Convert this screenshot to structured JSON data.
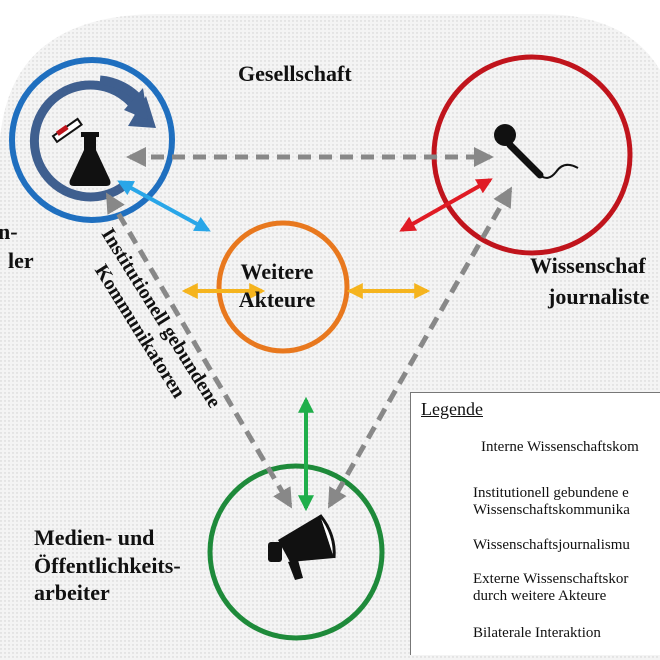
{
  "society_label": "Gesellschaft",
  "scientists_label_line1": "n-",
  "scientists_label_line2": "ler",
  "journalists_label_line1": "Wissenschaf",
  "journalists_label_line2": "journaliste",
  "media_label": [
    "Medien- und",
    "Öffentlichkeits-",
    "arbeiter"
  ],
  "actors_label": [
    "Weitere",
    "Akteure"
  ],
  "institutional_label": [
    "Institutionell gebundene",
    "Kommunikatoren"
  ],
  "legend": {
    "title": "Legende",
    "internal": "Interne Wissenschaftskom",
    "institutional_line1": "Institutionell gebundene e",
    "institutional_line2": "Wissenschaftskommunika",
    "journalism": "Wissenschaftsjournalismu",
    "external_line1": "Externe Wissenschaftskor",
    "external_line2": "durch weitere Akteure",
    "bilateral": "Bilaterale Interaktion"
  },
  "colors": {
    "scientists_circle": "#1f6fbf",
    "journalists_circle": "#c0141c",
    "actors_circle": "#e8781e",
    "media_circle": "#1e8a3a",
    "internal_arrow": "#3f5f8f",
    "institutional_blue": "#29a6e8",
    "institutional_green": "#1fae4a",
    "journalism_red": "#e01b24",
    "external_orange": "#f5b41e",
    "bilateral_gray": "#888888"
  },
  "icons": [
    "flask-icon",
    "microphone-icon",
    "megaphone-icon",
    "cycle-icon"
  ]
}
